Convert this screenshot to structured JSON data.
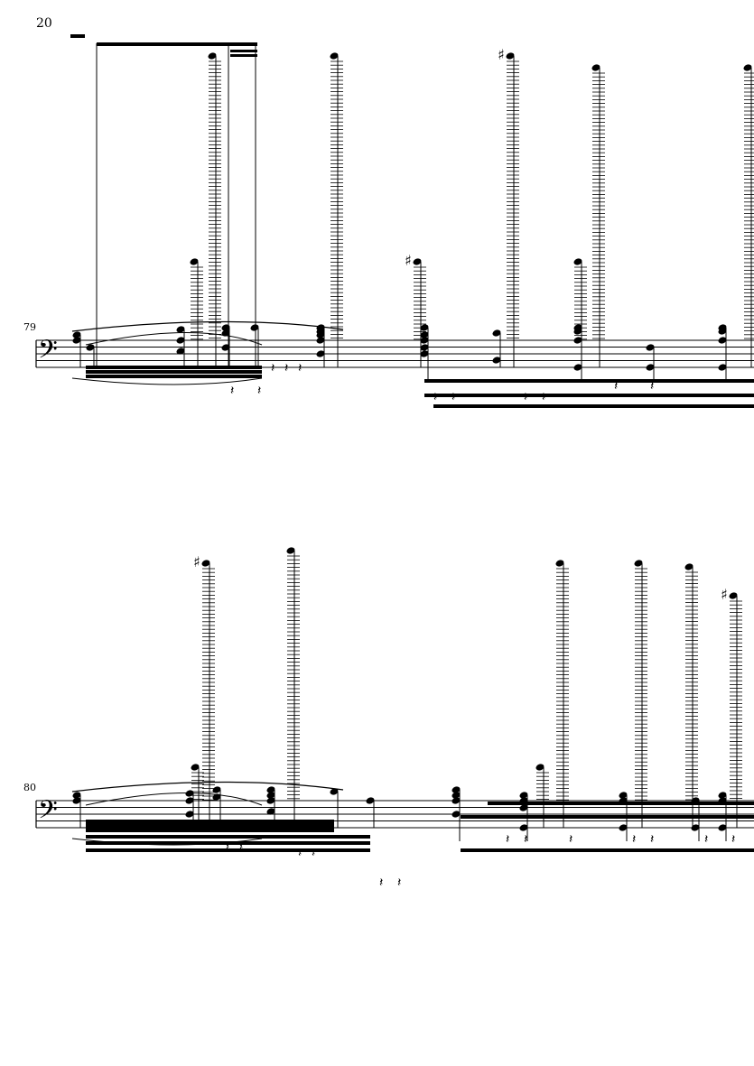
{
  "page_number": "20",
  "systems": [
    {
      "measure_number": "79",
      "clef": "bass-clef"
    },
    {
      "measure_number": "80",
      "clef": "bass-clef"
    }
  ]
}
